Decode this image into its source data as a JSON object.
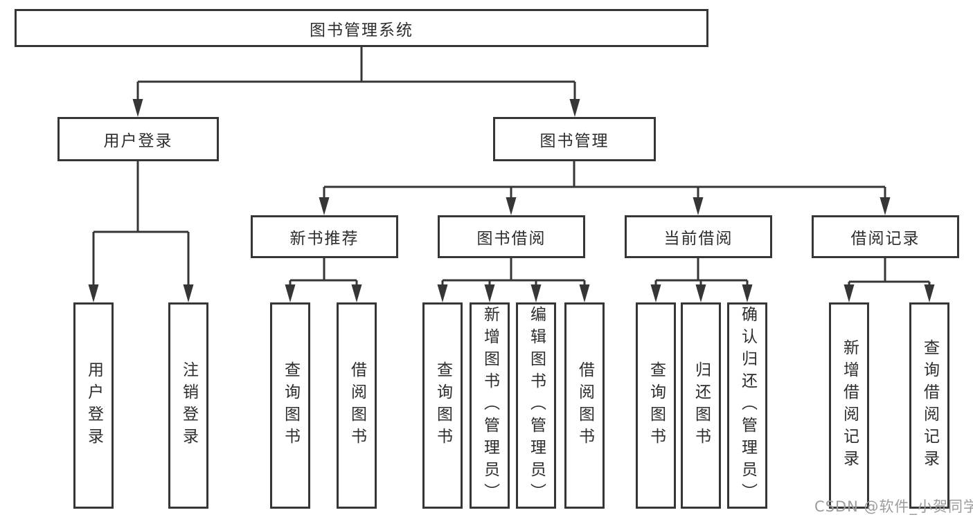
{
  "diagram_type": "hierarchy-tree",
  "colors": {
    "line": "#363636",
    "box_border": "#363636",
    "text": "#2d2d2d",
    "background": "#ffffff",
    "watermark": "#9c9c9c"
  },
  "tree": {
    "root": {
      "label": "图书管理系统",
      "children": [
        {
          "label": "用户登录",
          "children": [
            {
              "label": "用户登录"
            },
            {
              "label": "注销登录"
            }
          ]
        },
        {
          "label": "图书管理",
          "children": [
            {
              "label": "新书推荐",
              "children": [
                {
                  "label": "查询图书"
                },
                {
                  "label": "借阅图书"
                }
              ]
            },
            {
              "label": "图书借阅",
              "children": [
                {
                  "label": "查询图书"
                },
                {
                  "label": "新增图书（管理员）"
                },
                {
                  "label": "编辑图书（管理员）"
                },
                {
                  "label": "借阅图书"
                }
              ]
            },
            {
              "label": "当前借阅",
              "children": [
                {
                  "label": "查询图书"
                },
                {
                  "label": "归还图书"
                },
                {
                  "label": "确认归还（管理员）"
                }
              ]
            },
            {
              "label": "借阅记录",
              "children": [
                {
                  "label": "新增借阅记录"
                },
                {
                  "label": "查询借阅记录"
                }
              ]
            }
          ]
        }
      ]
    }
  },
  "watermark": "CSDN @软件_小贺同学"
}
